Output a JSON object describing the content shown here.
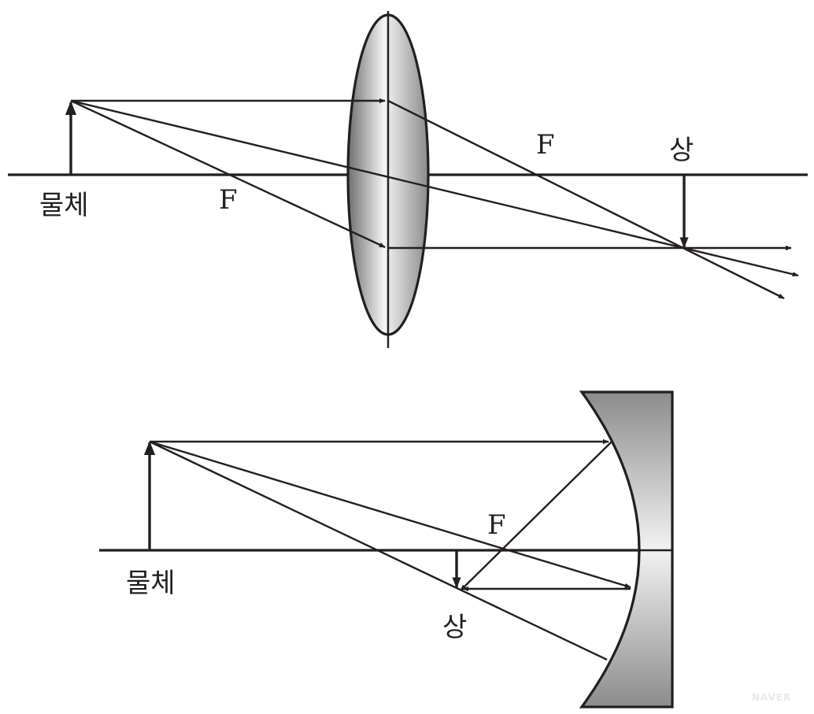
{
  "lens_diagram": {
    "object_label": "물체",
    "image_label": "상",
    "focal_left_label": "F",
    "focal_right_label": "F"
  },
  "mirror_diagram": {
    "object_label": "물체",
    "image_label": "상",
    "focal_label": "F"
  },
  "watermark": "NAVER",
  "colors": {
    "ink": "#231f20",
    "optic_light": "#f2f2f2",
    "optic_dark": "#7a7a7a"
  }
}
